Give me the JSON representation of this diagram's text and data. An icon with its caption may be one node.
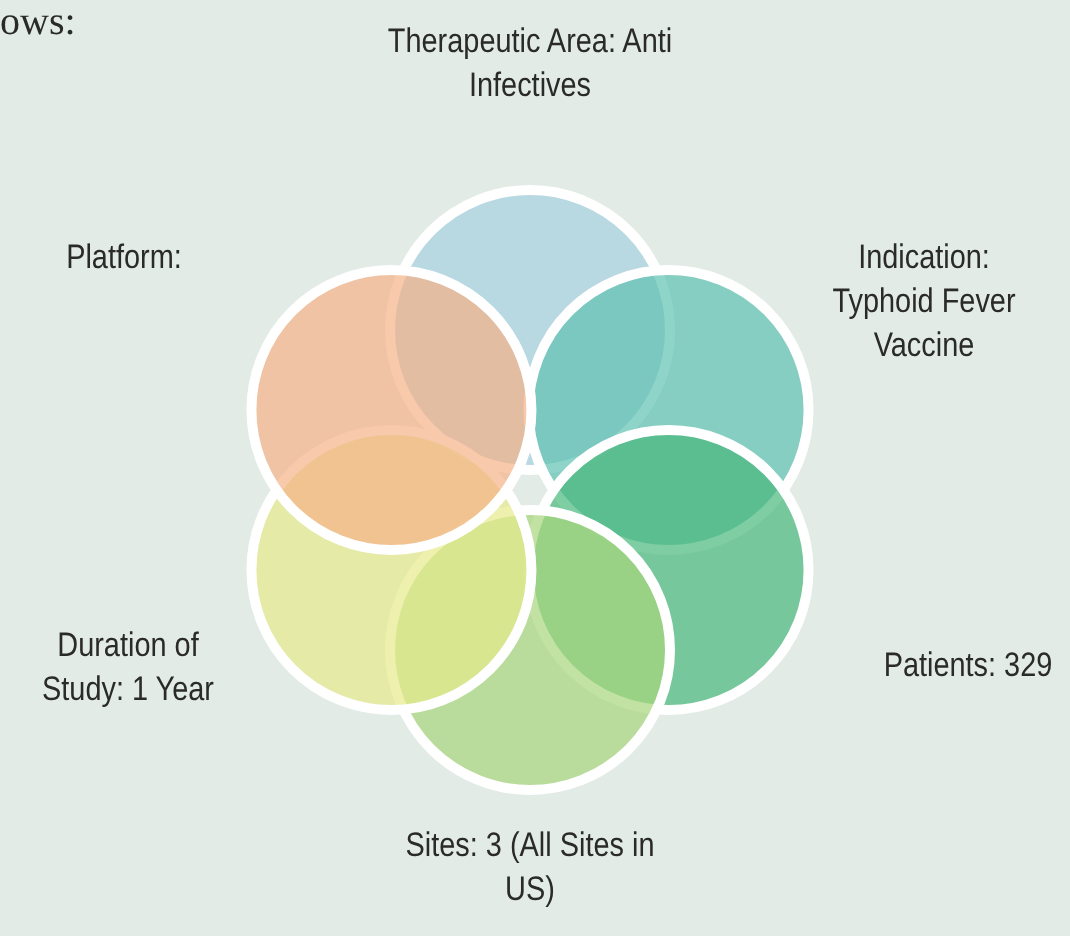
{
  "diagram": {
    "labels": [
      "ows:",
      "Therapeutic Area: Anti Infectives",
      "Platform:",
      "Indication: Typhoid Fever Vaccine",
      "Duration of Study: 1 Year",
      "Patients: 329",
      "Sites: 3 (All Sites in US)"
    ]
  }
}
